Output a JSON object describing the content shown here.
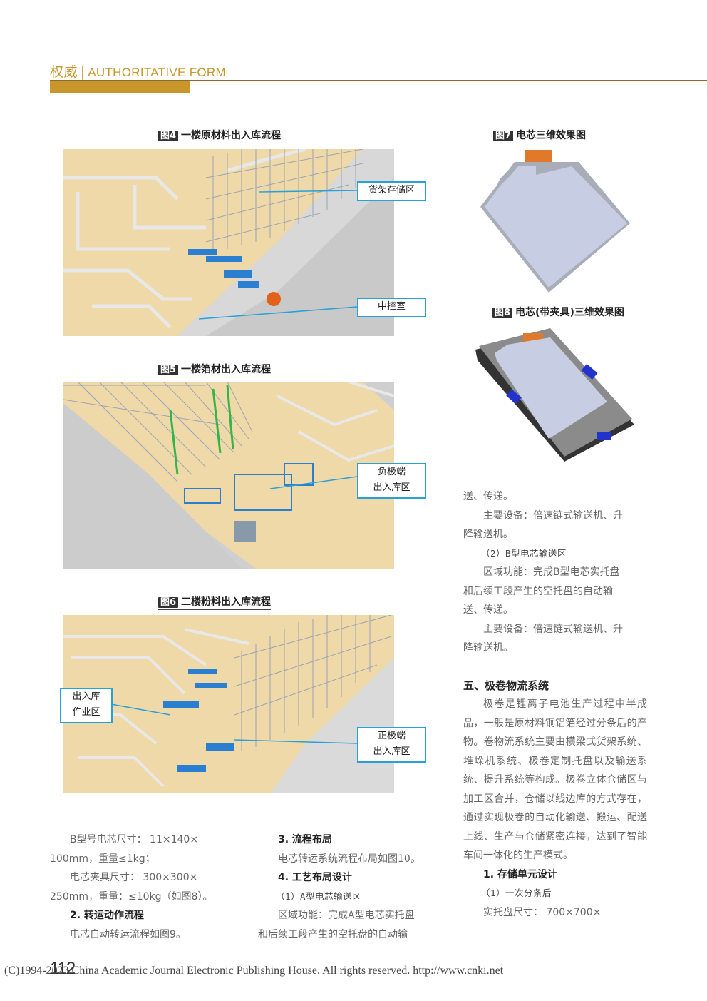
{
  "header": {
    "cn": "权威",
    "sep": "|",
    "en": "AUTHORITATIVE FORM"
  },
  "figures": {
    "fig4": {
      "num": "图4",
      "title": "一楼原材料出入库流程",
      "labels": [
        "货架存储区",
        "中控室"
      ]
    },
    "fig5": {
      "num": "图5",
      "title": "一楼箔材出入库流程",
      "labels": [
        "负极端",
        "出入库区"
      ]
    },
    "fig6": {
      "num": "图6",
      "title": "二楼粉料出入库流程",
      "labels": [
        "出入库",
        "作业区",
        "正极端",
        "出入库区"
      ]
    },
    "fig7": {
      "num": "图7",
      "title": "电芯三维效果图"
    },
    "fig8": {
      "num": "图8",
      "title": "电芯(带夹具)三维效果图"
    }
  },
  "col1": [
    "B型号电芯尺寸：  11×140×",
    "100mm，重量≤1kg；",
    "电芯夹具尺寸：  300×300×",
    "250mm，重量：≤10kg（如图8）。",
    "2. 转运动作流程",
    "电芯自动转运流程如图9。"
  ],
  "col2": [
    "3. 流程布局",
    "电芯转运系统流程布局如图10。",
    "4. 工艺布局设计",
    "（1）A型电芯输送区",
    "区域功能：完成A型电芯实托盘",
    "和后续工段产生的空托盘的自动输"
  ],
  "col3": [
    "送、传递。",
    "主要设备：倍速链式输送机、升",
    "降输送机。",
    "（2）B型电芯输送区",
    "区域功能：完成B型电芯实托盘",
    "和后续工段产生的空托盘的自动输",
    "送、传递。",
    "主要设备：倍速链式输送机、升",
    "降输送机。",
    "五、极卷物流系统",
    "极卷是锂离子电池生产过程中半成品，一般是原材料铜铝箔经过分条后的产物。卷物流系统主要由横梁式货架系统、堆垛机系统、极卷定制托盘以及输送系统、提升系统等构成。极卷立体仓储区与加工区合并，仓储以线边库的方式存在，通过实现极卷的自动化输送、搬运、配送上线、生产与仓储紧密连接，达到了智能车间一体化的生产模式。",
    "1. 存储单元设计",
    "（1）一次分条后",
    "实托盘尺寸：  700×700×"
  ],
  "page_number": "112",
  "footer": "(C)1994-2023 China Academic Journal Electronic Publishing House. All rights reserved.    http://www.cnki.net"
}
